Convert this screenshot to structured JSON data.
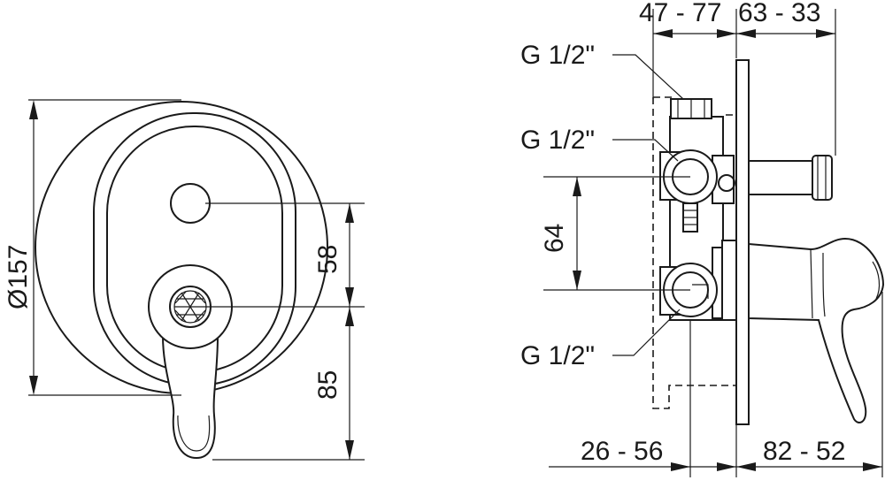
{
  "front_view": {
    "diameter_label": "Ø157",
    "upper_dim_label": "58",
    "lower_dim_label": "85"
  },
  "side_view": {
    "top_left_dim": "47 - 77",
    "top_right_dim": "63 - 33",
    "bottom_left_dim": "26 - 56",
    "bottom_right_dim": "82 - 52",
    "vertical_dim": "64",
    "thread_top": "G 1/2\"",
    "thread_middle": "G 1/2\"",
    "thread_bottom": "G 1/2\""
  }
}
